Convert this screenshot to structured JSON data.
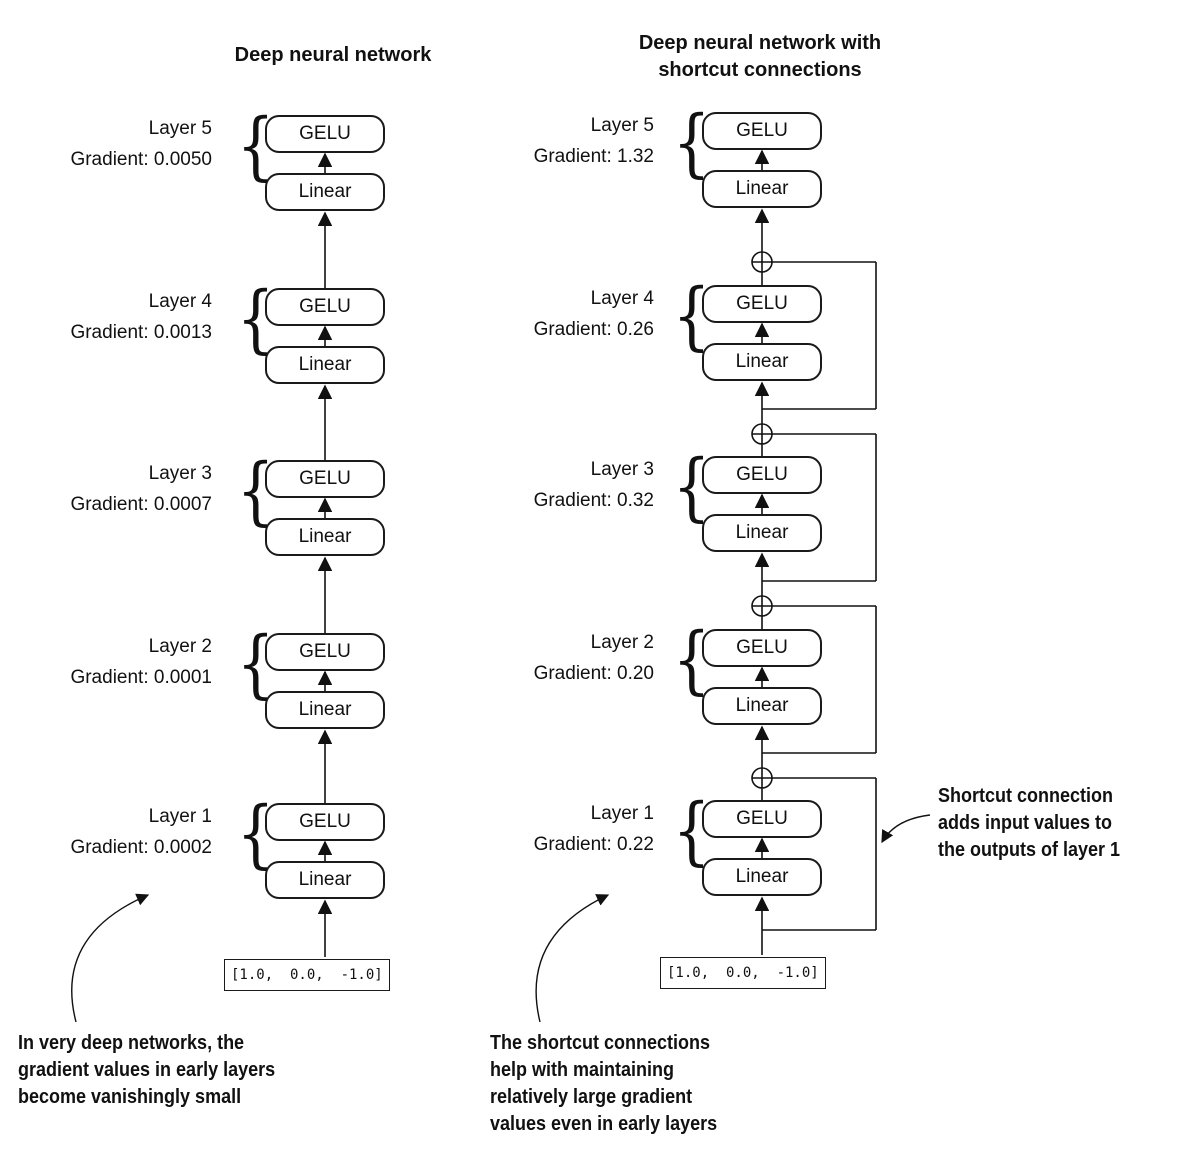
{
  "left": {
    "title": "Deep neural network",
    "layers": [
      {
        "label": "Layer 5",
        "gradient": "Gradient: 0.0050"
      },
      {
        "label": "Layer 4",
        "gradient": "Gradient: 0.0013"
      },
      {
        "label": "Layer 3",
        "gradient": "Gradient: 0.0007"
      },
      {
        "label": "Layer 2",
        "gradient": "Gradient: 0.0001"
      },
      {
        "label": "Layer 1",
        "gradient": "Gradient: 0.0002"
      }
    ],
    "input": "[1.0,  0.0,  -1.0]",
    "note": [
      "In very deep networks, the",
      "gradient values in early layers",
      "become vanishingly small"
    ]
  },
  "right": {
    "title_line1": "Deep neural network with",
    "title_line2": "shortcut connections",
    "layers": [
      {
        "label": "Layer 5",
        "gradient": "Gradient: 1.32"
      },
      {
        "label": "Layer 4",
        "gradient": "Gradient: 0.26"
      },
      {
        "label": "Layer 3",
        "gradient": "Gradient: 0.32"
      },
      {
        "label": "Layer 2",
        "gradient": "Gradient: 0.20"
      },
      {
        "label": "Layer 1",
        "gradient": "Gradient: 0.22"
      }
    ],
    "input": "[1.0,  0.0,  -1.0]",
    "note": [
      "The shortcut connections",
      "help with maintaining",
      "relatively large gradient",
      "values even in early layers"
    ],
    "shortcut_note": [
      "Shortcut connection",
      "adds input values to",
      "the outputs of layer 1"
    ]
  },
  "blocks": {
    "activation": "GELU",
    "linear": "Linear"
  },
  "icons": {
    "add": "plus-circle-icon",
    "arrow": "arrowhead-icon"
  }
}
